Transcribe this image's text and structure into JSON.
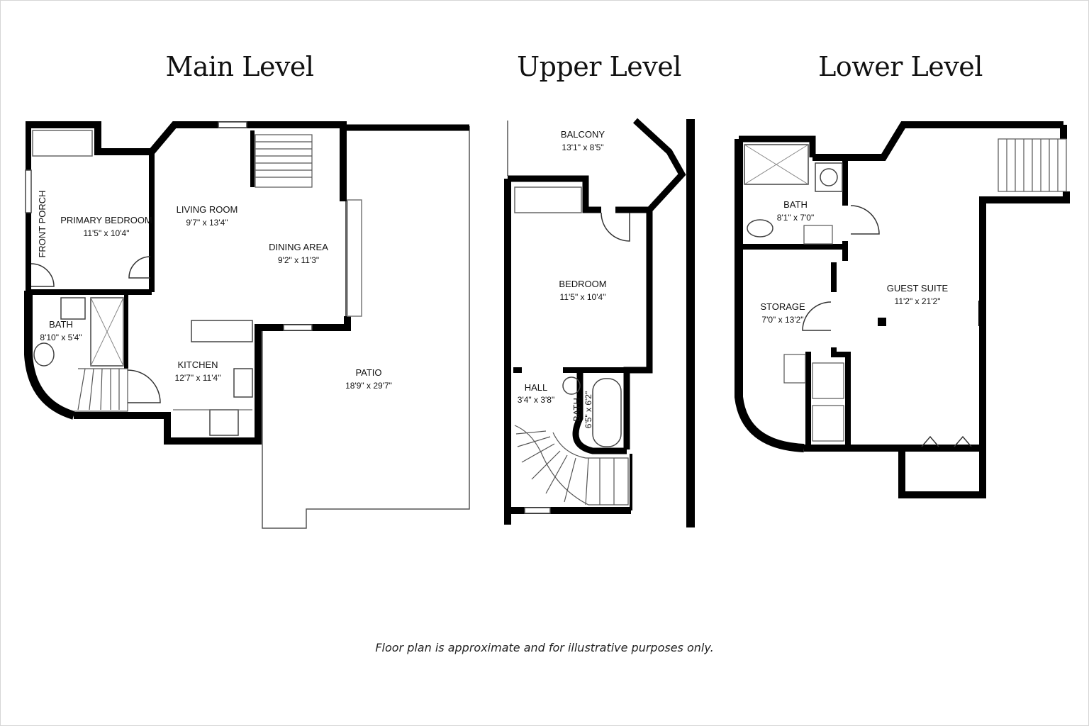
{
  "levels": {
    "main": {
      "title": "Main Level",
      "rooms": {
        "front_porch": {
          "name": "FRONT PORCH"
        },
        "primary_bedroom": {
          "name": "PRIMARY BEDROOM",
          "dims": "11'5\" x 10'4\""
        },
        "living_room": {
          "name": "LIVING ROOM",
          "dims": "9'7\" x 13'4\""
        },
        "dining_area": {
          "name": "DINING AREA",
          "dims": "9'2\" x 11'3\""
        },
        "bath": {
          "name": "BATH",
          "dims": "8'10\" x 5'4\""
        },
        "kitchen": {
          "name": "KITCHEN",
          "dims": "12'7\" x 11'4\""
        },
        "patio": {
          "name": "PATIO",
          "dims": "18'9\" x 29'7\""
        }
      }
    },
    "upper": {
      "title": "Upper Level",
      "rooms": {
        "balcony": {
          "name": "BALCONY",
          "dims": "13'1\" x 8'5\""
        },
        "bedroom": {
          "name": "BEDROOM",
          "dims": "11'5\" x 10'4\""
        },
        "hall": {
          "name": "HALL",
          "dims": "3'4\" x 3'8\""
        },
        "bath": {
          "name": "BATH",
          "dims": "6'5\" x 6'2\""
        }
      }
    },
    "lower": {
      "title": "Lower Level",
      "rooms": {
        "bath": {
          "name": "BATH",
          "dims": "8'1\" x 7'0\""
        },
        "storage": {
          "name": "STORAGE",
          "dims": "7'0\" x 13'2\""
        },
        "guest_suite": {
          "name": "GUEST SUITE",
          "dims": "11'2\" x 21'2\""
        }
      }
    }
  },
  "footnote": "Floor plan is approximate and for illustrative purposes only.",
  "colors": {
    "wall": "#000000",
    "line": "#444444",
    "background": "#ffffff"
  }
}
